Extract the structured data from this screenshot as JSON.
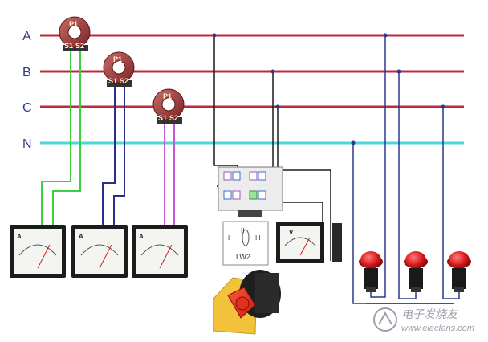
{
  "diagram": {
    "buses": [
      {
        "label": "A",
        "color": "#c0283a"
      },
      {
        "label": "B",
        "color": "#c0283a"
      },
      {
        "label": "C",
        "color": "#c0283a"
      },
      {
        "label": "N",
        "color": "#4fd6d6"
      }
    ],
    "current_transformers": [
      {
        "primary": "P1",
        "secondary_1": "S1",
        "secondary_2": "S2"
      },
      {
        "primary": "P1",
        "secondary_1": "S1",
        "secondary_2": "S2"
      },
      {
        "primary": "P1",
        "secondary_1": "S1",
        "secondary_2": "S2"
      }
    ],
    "ammeters": [
      {
        "letter": "A",
        "wire_color": "#3ecf3e"
      },
      {
        "letter": "A",
        "wire_color": "#2b2f8a"
      },
      {
        "letter": "A",
        "wire_color": "#c25ad6"
      }
    ],
    "voltmeter": {
      "letter": "V"
    },
    "selector_switch": {
      "label": "LW2",
      "positions": [
        "I",
        "II",
        "III"
      ]
    },
    "indicator_lamps": {
      "count": 3,
      "color": "#d81a1a"
    },
    "watermark": {
      "text": "电子发烧友",
      "url": "www.elecfans.com"
    }
  }
}
